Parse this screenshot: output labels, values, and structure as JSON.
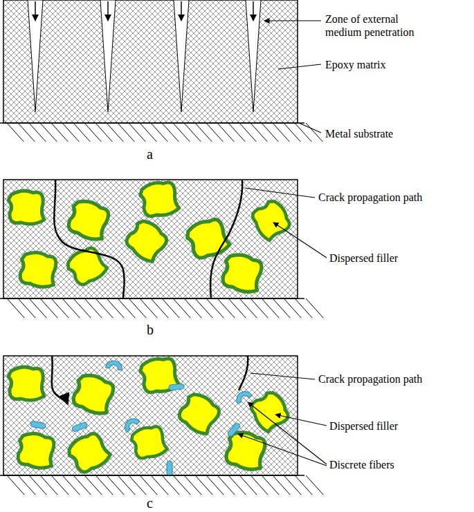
{
  "diagram": {
    "labels": [
      "Zone of external medium penetration",
      "Epoxy matrix",
      "Metal substrate",
      "a",
      "Crack propagation path",
      "Dispersed filler",
      "b",
      "Crack propagation path",
      "Dispersed filler",
      "Discrete fibers",
      "c"
    ]
  }
}
